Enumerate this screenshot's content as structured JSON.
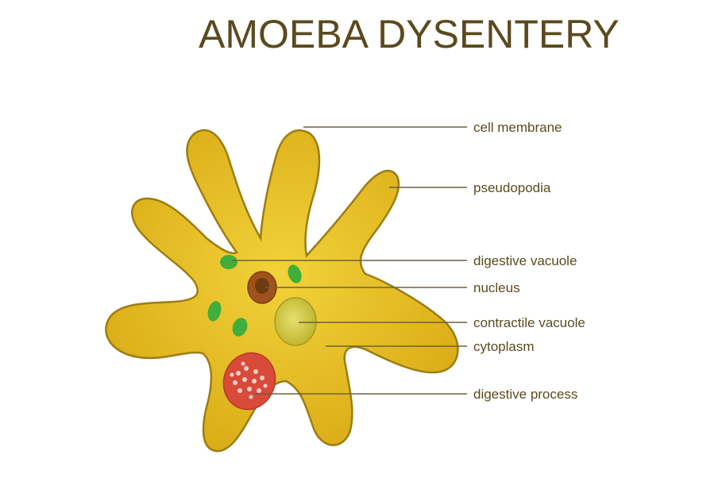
{
  "title": "AMOEBA DYSENTERY",
  "colors": {
    "cytoplasm": "#e3b91b",
    "membrane": "#9c7d12",
    "nucleus_outer": "#a0521b",
    "nucleus_inner": "#6e3a12",
    "contractile_vacuole": "#c8c23a",
    "digestive_vacuole": "#3fae3a",
    "digestive_process": "#d84a3a",
    "text": "#5a4a1e"
  },
  "labels": [
    {
      "id": "cell-membrane",
      "text": "cell membrane"
    },
    {
      "id": "pseudopodia",
      "text": "pseudopodia"
    },
    {
      "id": "digestive-vacuole",
      "text": "digestive vacuole"
    },
    {
      "id": "nucleus",
      "text": "nucleus"
    },
    {
      "id": "contractile-vacuole",
      "text": "contractile vacuole"
    },
    {
      "id": "cytoplasm",
      "text": "cytoplasm"
    },
    {
      "id": "digestive-process",
      "text": "digestive process"
    }
  ]
}
